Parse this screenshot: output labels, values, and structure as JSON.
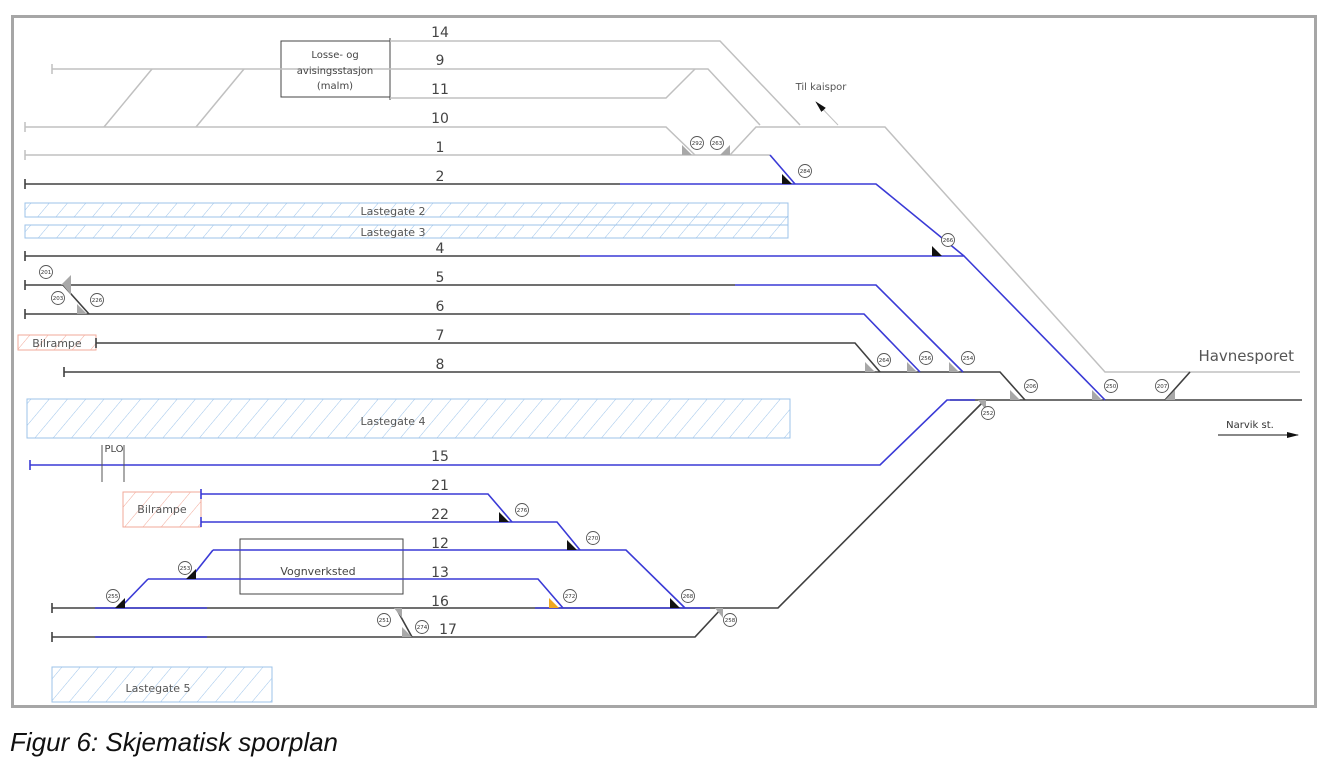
{
  "caption": "Figur 6: Skjematisk sporplan",
  "colors": {
    "inactive_track": "#c0c0c0",
    "main_track": "#404040",
    "route_track": "#3a3ad6",
    "loading_area": "#9cc3ea",
    "ramp_area": "#f2a999",
    "switch_occupied": "#111111",
    "switch_free": "#a8a8a8",
    "switch_special": "#f0a820"
  },
  "track_numbers": [
    "14",
    "9",
    "11",
    "10",
    "1",
    "2",
    "4",
    "5",
    "6",
    "7",
    "8",
    "15",
    "21",
    "22",
    "12",
    "13",
    "16",
    "17"
  ],
  "buildings": {
    "unloading_station": "Losse- og avisingsstasjon (malm)",
    "unloading_station_lines": [
      "Losse- og",
      "avisingsstasjon",
      "(malm)"
    ],
    "workshop": "Vognverksted"
  },
  "loading_areas": [
    "Lastegate 2",
    "Lastegate 3",
    "Lastegate 4",
    "Lastegate 5"
  ],
  "ramps": [
    "Bilrampe",
    "Bilrampe"
  ],
  "labels": {
    "quay": "Til kaispor",
    "harbour_track": "Havnesporet",
    "narvik": "Narvik st.",
    "plo": "PLO"
  },
  "switches": {
    "top": [
      "292",
      "263",
      "284"
    ],
    "mid": [
      "266",
      "201",
      "203",
      "226"
    ],
    "right": [
      "264",
      "256",
      "254",
      "206",
      "250",
      "207",
      "252"
    ],
    "lower": [
      "276",
      "270",
      "253",
      "255",
      "272",
      "268",
      "251",
      "274",
      "258"
    ]
  }
}
